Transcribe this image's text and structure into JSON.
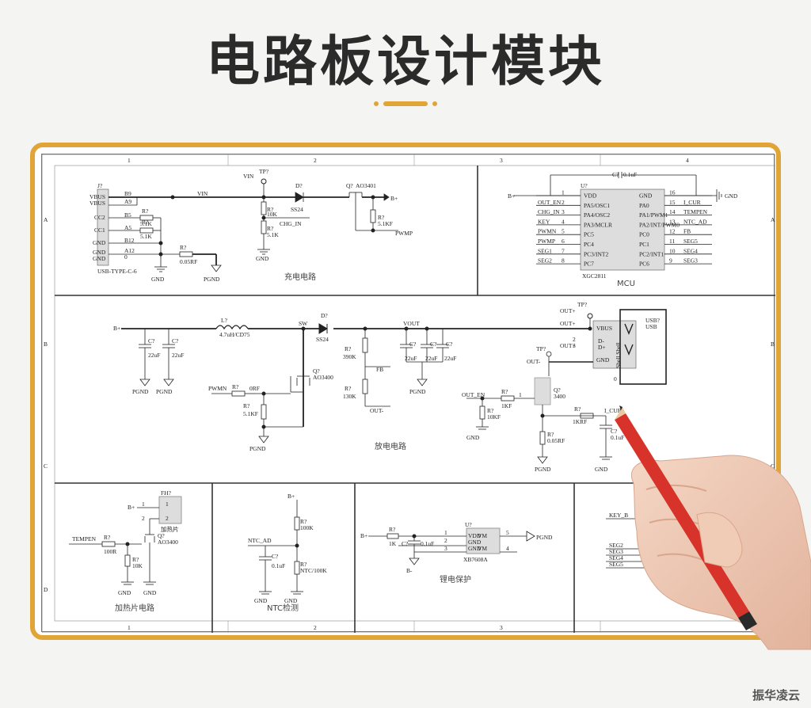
{
  "page": {
    "title": "电路板设计模块",
    "brand": "振华凌云"
  },
  "colors": {
    "accent": "#e1a437",
    "ink": "#2b2b2b",
    "pencil": "#d8332b"
  },
  "grid": {
    "cols": [
      "1",
      "2",
      "3",
      "4"
    ],
    "rows": [
      "A",
      "B",
      "C"
    ],
    "bottom_cols": [
      "1",
      "2",
      "3"
    ]
  },
  "blocks": {
    "charge": "充电电路",
    "mcu": "MCU",
    "discharge": "放电电路",
    "heater": "加热片电路",
    "ntc": "NTC检测",
    "lithium": "锂电保护"
  },
  "charge": {
    "usb_ref": "J?",
    "usb_pins": [
      "VBUS",
      "VBUS",
      "CC2",
      "CC1",
      "GND",
      "GND",
      "GND"
    ],
    "usb_nets": [
      "B9",
      "A9",
      "B5",
      "A5",
      "B12",
      "A12",
      "0"
    ],
    "usb_part": "USB-TYPE-C-6",
    "vin": "VIN",
    "vin_label": "VIN",
    "tp": "TP?",
    "r1_ref": "R?",
    "r1_val": "5.1K",
    "r2_ref": "R?",
    "r2_val": "5.1K",
    "r3_ref": "R?",
    "r3_val": "0.05RF",
    "gnd": "GND",
    "pgnd": "PGND",
    "d_ref": "D?",
    "d_val": "SS24",
    "q_ref": "Q?",
    "q_val": "AO3401",
    "bplus": "B+",
    "rv1_ref": "R?",
    "rv1_val": "10K",
    "rv2_ref": "R?",
    "rv2_val": "5.1K",
    "chg_in": "CHG_IN",
    "rq_ref": "R?",
    "rq_val": "5.1KF",
    "pwmp": "PWMP"
  },
  "mcu": {
    "cap_ref": "C?",
    "cap_val": "0.1uF",
    "ref": "U?",
    "part": "XGC2811",
    "bplus": "B+",
    "gnd": "GND",
    "left_pins": [
      {
        "n": "1",
        "name": "VDD",
        "net": ""
      },
      {
        "n": "2",
        "name": "PA5/OSC1",
        "net": "OUT_EN"
      },
      {
        "n": "3",
        "name": "PA4/OSC2",
        "net": "CHG_IN"
      },
      {
        "n": "4",
        "name": "PA3/MCLR",
        "net": "KEY"
      },
      {
        "n": "5",
        "name": "PC5",
        "net": "PWMN"
      },
      {
        "n": "6",
        "name": "PC4",
        "net": "PWMP"
      },
      {
        "n": "7",
        "name": "PC3/INT2",
        "net": "SEG1"
      },
      {
        "n": "8",
        "name": "PC7",
        "net": "SEG2"
      }
    ],
    "right_pins": [
      {
        "n": "16",
        "name": "GND",
        "net": ""
      },
      {
        "n": "15",
        "name": "PA0",
        "net": "I_CUR"
      },
      {
        "n": "14",
        "name": "PA1/PWM1",
        "net": "TEMPEN"
      },
      {
        "n": "13",
        "name": "PA2/INT/PWM0",
        "net": "NTC_AD"
      },
      {
        "n": "12",
        "name": "PC0",
        "net": "FB"
      },
      {
        "n": "11",
        "name": "PC1",
        "net": "SEG5"
      },
      {
        "n": "10",
        "name": "PC2/INT1",
        "net": "SEG4"
      },
      {
        "n": "9",
        "name": "PC6",
        "net": "SEG3"
      }
    ]
  },
  "discharge": {
    "bplus": "B+",
    "c1_ref": "C?",
    "c1_val": "22uF",
    "c2_ref": "C?",
    "c2_val": "22uF",
    "pgnd": "PGND",
    "l_ref": "L?",
    "l_val": "4.7uH/CD75",
    "sw": "SW",
    "d_ref": "D?",
    "d_val": "SS24",
    "vout": "VOUT",
    "rfb1_ref": "R?",
    "rfb1_val": "390K",
    "fb": "FB",
    "rfb2_ref": "R?",
    "rfb2_val": "130K",
    "out_minus": "OUT-",
    "c3_val": "22uF",
    "c4_val": "22uF",
    "c5_val": "22uF",
    "c_ref": "C?",
    "q_ref": "Q?",
    "q_val": "AO3400",
    "pwmn": "PWMN",
    "rg_ref": "R?",
    "rg_val": "0RF",
    "rgd_ref": "R?",
    "rgd_val": "5.1KF",
    "tp1": "TP?",
    "out_plus": "OUT+",
    "out_p1": "OUT+",
    "out_p2": "OUT+",
    "tp2": "TP?",
    "out_neg": "OUT-",
    "usb_ref": "USB?",
    "usb_lbl": "USB",
    "usb_vbus": "VBUS",
    "usb_dm": "D-",
    "usb_dp": "D+",
    "usb_gnd": "GND",
    "usb_shell": "Shell Shell",
    "pin2": "2",
    "pin3": "3",
    "pin0": "0",
    "out_en": "OUT_EN",
    "r_en_ref": "R?",
    "r_en_val": "1KF",
    "r_pd_ref": "R?",
    "r_pd_val": "10KF",
    "gnd": "GND",
    "q2_ref": "Q?",
    "q2_val": "3400",
    "q2_pin": "1",
    "r_sense_ref": "R?",
    "r_sense_val": "0.05RF",
    "r_i_ref": "R?",
    "r_i_val": "1KRF",
    "i_cur": "I_CUR",
    "c_i_ref": "C?",
    "c_i_val": "0.1uF"
  },
  "heater": {
    "fh": "FH?",
    "fh_lbl": "加热片",
    "bplus": "B+",
    "p1": "1",
    "p2": "2",
    "tempen": "TEMPEN",
    "r1_ref": "R?",
    "r1_val": "100R",
    "r2_ref": "R?",
    "r2_val": "10K",
    "q_ref": "Q?",
    "q_val": "AO3400",
    "gnd": "GND"
  },
  "ntc": {
    "bplus": "B+",
    "r1_ref": "R?",
    "r1_val": "100K",
    "ntc_ad": "NTC_AD",
    "c_ref": "C?",
    "c_val": "0.1uF",
    "r2_ref": "R?",
    "r2_val": "NTC/100K",
    "gnd": "GND"
  },
  "lithium": {
    "bplus": "B+",
    "bminus": "B-",
    "r_ref": "R?",
    "r_val": "1K",
    "c_ref": "C?",
    "c_val": "0.1uF",
    "u_ref": "U?",
    "part": "XB7608A",
    "pins": [
      "VDD",
      "GND",
      "GND"
    ],
    "pins_r": [
      "VM",
      "VM"
    ],
    "nums": [
      "1",
      "2",
      "3"
    ],
    "nums_r": [
      "5",
      "4"
    ],
    "pgnd": "PGND"
  },
  "keys": {
    "key": "KEY_B",
    "segs": [
      "SEG2",
      "SEG3",
      "SEG4",
      "SEG5"
    ]
  }
}
